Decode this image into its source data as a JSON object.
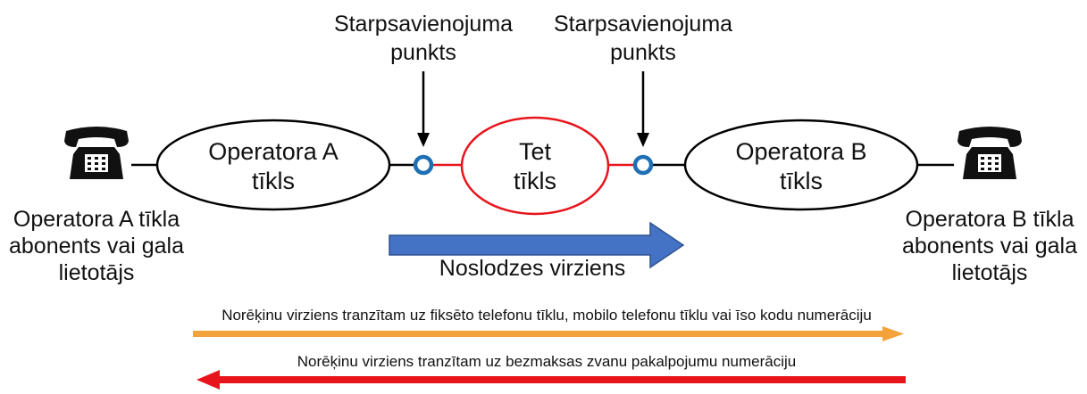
{
  "interconnection_point_label_line1": "Starpsavienojuma",
  "interconnection_point_label_line2": "punkts",
  "operator_a_network_line1": "Operatora A",
  "operator_a_network_line2": "tīkls",
  "tet_network_line1": "Tet",
  "tet_network_line2": "tīkls",
  "operator_b_network_line1": "Operatora B",
  "operator_b_network_line2": "tīkls",
  "subscriber_a_line1": "Operatora A tīkla",
  "subscriber_a_line2": "abonents vai gala",
  "subscriber_a_line3": "lietotājs",
  "subscriber_b_line1": "Operatora B tīkla",
  "subscriber_b_line2": "abonents vai gala",
  "subscriber_b_line3": "lietotājs",
  "load_direction_label": "Noslodzes virziens",
  "settlement_direction_forward": "Norēķinu virziens tranzītam uz fiksēto telefonu tīklu, mobilo telefonu tīklu vai īso kodu numerāciju",
  "settlement_direction_backward": "Norēķinu virziens tranzītam uz bezmaksas zvanu pakalpojumu numerāciju",
  "colors": {
    "tet_network_outline": "#e8141b",
    "interconnection_point": "#1f6fb5",
    "load_arrow": "#4472c4",
    "forward_arrow": "#f4a23a",
    "backward_arrow": "#e8141b"
  },
  "icons": [
    "telephone-icon"
  ]
}
